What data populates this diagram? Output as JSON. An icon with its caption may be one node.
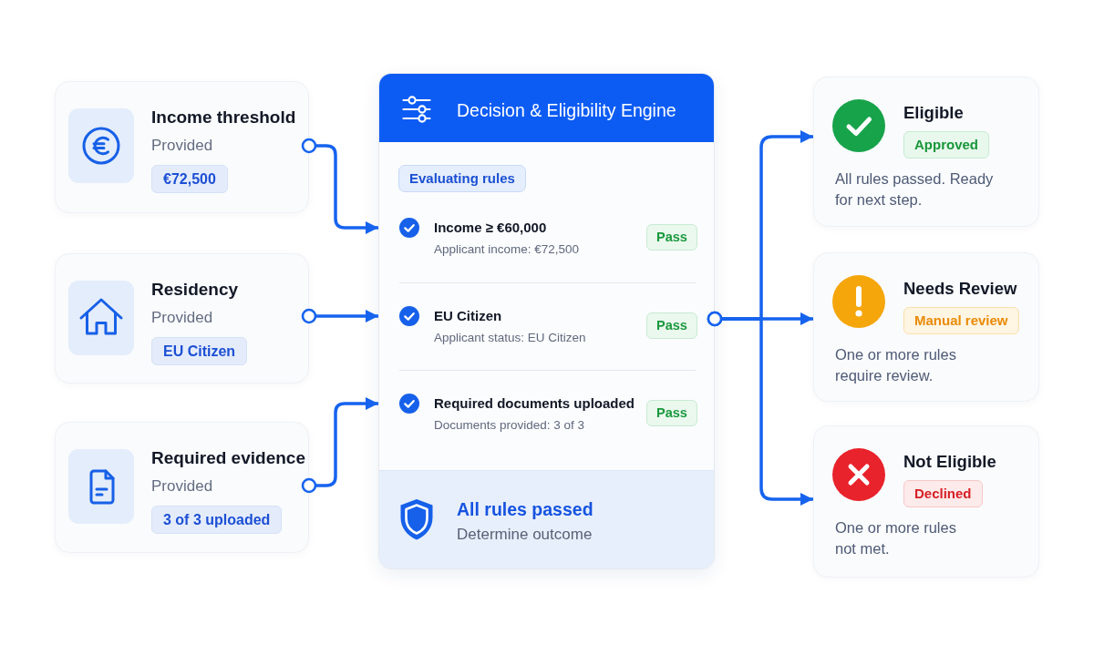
{
  "diagram": {
    "nodes": [
      {
        "text": [
          "Income threshold",
          "Provided",
          "€72,500"
        ]
      },
      {
        "text": [
          "Residency",
          "Provided",
          "EU Citizen"
        ]
      },
      {
        "text": [
          "Required evidence",
          "Provided",
          "3 of 3 uploaded"
        ]
      },
      {
        "text": [
          "Decision & Eligibility Engine",
          "Evaluating rules"
        ]
      },
      {
        "text": [
          "Income ≥ €60,000",
          "Applicant income: €72,500",
          "Pass"
        ],
        "in": 3
      },
      {
        "text": [
          "EU Citizen",
          "Applicant status: EU Citizen",
          "Pass"
        ],
        "in": 3
      },
      {
        "text": [
          "Required documents uploaded",
          "Documents provided: 3 of 3",
          "Pass"
        ],
        "in": 3
      },
      {
        "text": [
          "All rules passed",
          "Determine outcome"
        ],
        "in": 3
      },
      {
        "text": [
          "Eligible",
          "Approved",
          "All rules passed. Ready for next step."
        ]
      },
      {
        "text": [
          "Needs Review",
          "Manual review",
          "One or more rules require review."
        ]
      },
      {
        "text": [
          "Not Eligible",
          "Declined",
          "One or more rules not met."
        ]
      }
    ],
    "edges": [
      {
        "from": 0,
        "to": 4,
        "arrow": "to"
      },
      {
        "from": 1,
        "to": 5,
        "arrow": "to"
      },
      {
        "from": 2,
        "to": 6,
        "arrow": "to"
      },
      {
        "from": 3,
        "to": 8,
        "arrow": "to"
      },
      {
        "from": 3,
        "to": 9,
        "arrow": "to"
      },
      {
        "from": 3,
        "to": 10,
        "arrow": "to"
      }
    ]
  }
}
